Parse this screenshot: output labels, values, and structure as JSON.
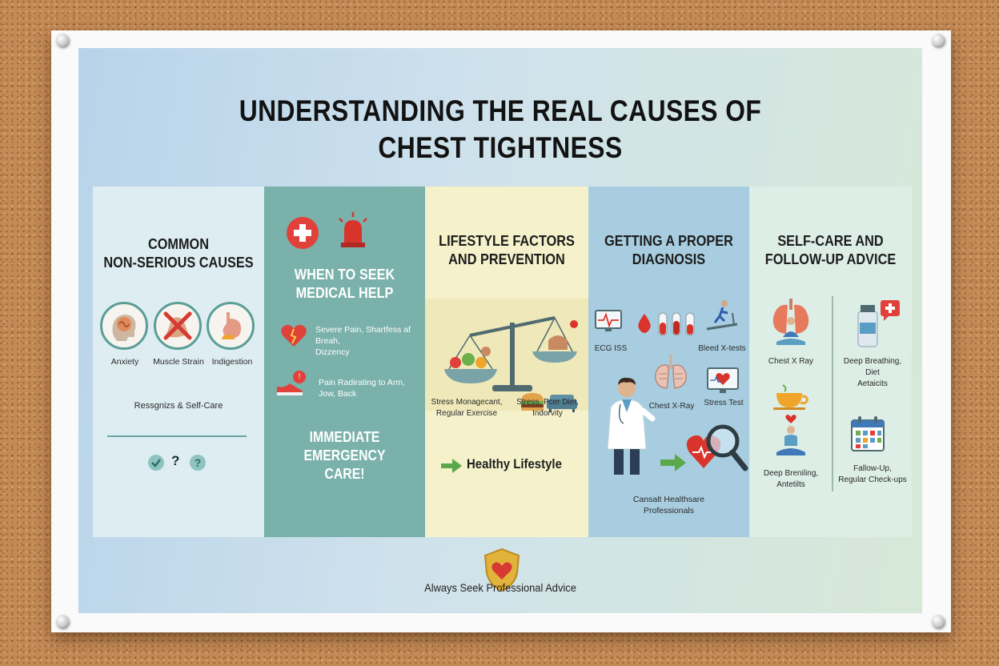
{
  "title": {
    "line1": "UNDERSTANDING THE REAL CAUSES OF",
    "line2": "CHEST TIGHTNESS"
  },
  "col1": {
    "heading1": "COMMON",
    "heading2": "NON-SERIOUS CAUSES",
    "items": [
      "Anxiety",
      "Muscle Strain",
      "Indigestion"
    ],
    "note": "Ressgnizs & Self-Care",
    "icons": [
      "check-icon",
      "question-icon",
      "question-circle-icon"
    ]
  },
  "col2": {
    "heading1": "WHEN TO SEEK",
    "heading2": "MEDICAL HELP",
    "item1_l1": "Severe Pain, Shartfess af Breah,",
    "item1_l2": "Dizzency",
    "item2_l1": "Pain Radirating to Arm,",
    "item2_l2": "Jow, Back",
    "emergency1": "IMMEDIATE",
    "emergency2": "EMERGENCY",
    "emergency3": "CARE!"
  },
  "col3": {
    "heading1": "LIFESTYLE FACTORS",
    "heading2": "AND PREVENTION",
    "left_l1": "Stress Monagecant,",
    "left_l2": "Regular Exercise",
    "right_l1": "Stress, Pcer Diet,",
    "right_l2": "Indorvity",
    "arrow_label": "Healthy Lifestyle"
  },
  "col4": {
    "heading1": "GETTING A PROPER",
    "heading2": "DIAGNOSIS",
    "ecg": "ECG ISS",
    "blood": "Bleed X-tests",
    "xray": "Chest X-Ray",
    "stress": "Stress Test",
    "consult1": "Cansalt Healthsare",
    "consult2": "Professionals"
  },
  "col5": {
    "heading1": "SELF-CARE AND",
    "heading2": "FOLLOW-UP ADVICE",
    "chest_xray": "Chest X Ray",
    "deep_r_l1": "Deep Breathing,",
    "deep_r_l2": "Diet",
    "deep_r_l3": "Aetaicits",
    "deep_l_l1": "Deep Breniling,",
    "deep_l_l2": "Antetilts",
    "follow_l1": "Fallow-Up,",
    "follow_l2": "Regular Check-ups"
  },
  "footer": {
    "label": "Always Seek Professional Advice"
  },
  "colors": {
    "teal": "#7ab1ab",
    "cream": "#f5f1cb",
    "blue": "#a8cde0",
    "red": "#d63a33",
    "green": "#6bb04c",
    "gold": "#e2b33a"
  }
}
